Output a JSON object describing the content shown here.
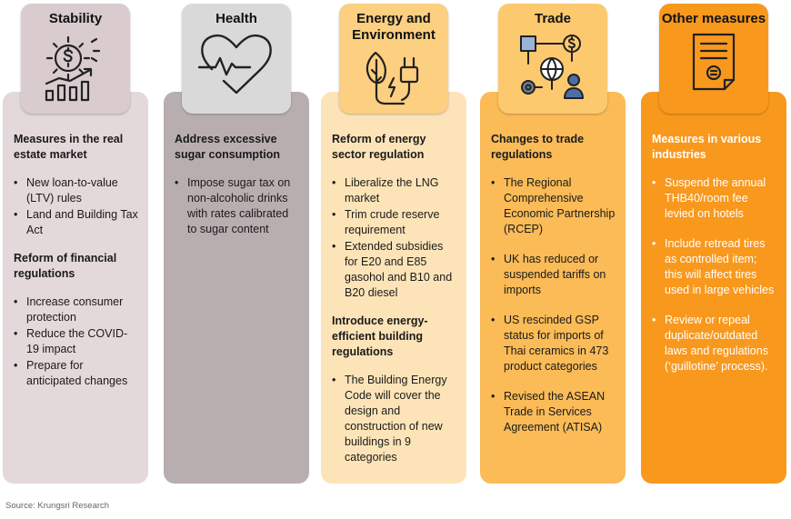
{
  "columns": [
    {
      "title": "Stability",
      "icon": "money-growth-gear-icon",
      "sections": [
        {
          "heading": "Measures in the real estate market",
          "bullets": [
            "New loan-to-value (LTV) rules",
            "Land and Building Tax Act"
          ]
        },
        {
          "heading": "Reform of financial regulations",
          "bullets": [
            "Increase consumer protection",
            "Reduce the COVID-19 impact",
            "Prepare for anticipated changes"
          ]
        }
      ]
    },
    {
      "title": "Health",
      "icon": "heart-pulse-icon",
      "sections": [
        {
          "heading": "Address excessive sugar consumption",
          "bullets": [
            "Impose sugar tax on non-alcoholic drinks with rates calibrated to sugar content"
          ]
        }
      ]
    },
    {
      "title": "Energy and Environment",
      "icon": "leaf-plug-energy-icon",
      "sections": [
        {
          "heading": "Reform of energy sector regulation",
          "bullets": [
            "Liberalize the LNG market",
            "Trim crude reserve requirement",
            "Extended subsidies for E20 and E85 gasohol and B10 and B20 diesel"
          ]
        },
        {
          "heading": "Introduce energy-efficient building regulations",
          "bullets": [
            "The Building Energy Code will cover the design and construction of new buildings in 9 categories"
          ]
        }
      ]
    },
    {
      "title": "Trade",
      "icon": "global-trade-icon",
      "sections": [
        {
          "heading": "Changes to trade regulations",
          "bullets": [
            "The Regional Comprehensive Economic Partnership (RCEP)",
            "UK has reduced or suspended tariffs on imports",
            "US rescinded GSP status for imports of Thai ceramics in 473 product categories",
            "Revised the ASEAN Trade in Services Agreement (ATISA)"
          ]
        }
      ]
    },
    {
      "title": "Other measures",
      "icon": "document-certificate-icon",
      "sections": [
        {
          "heading": "Measures in various industries",
          "bullets": [
            "Suspend the annual THB40/room fee levied on hotels",
            "Include retread tires as controlled item; this will affect tires used in large vehicles",
            "Review or repeal duplicate/outdated laws and regulations (‘guillotine’ process)."
          ]
        }
      ]
    }
  ],
  "source": "Source: Krungsri Research"
}
